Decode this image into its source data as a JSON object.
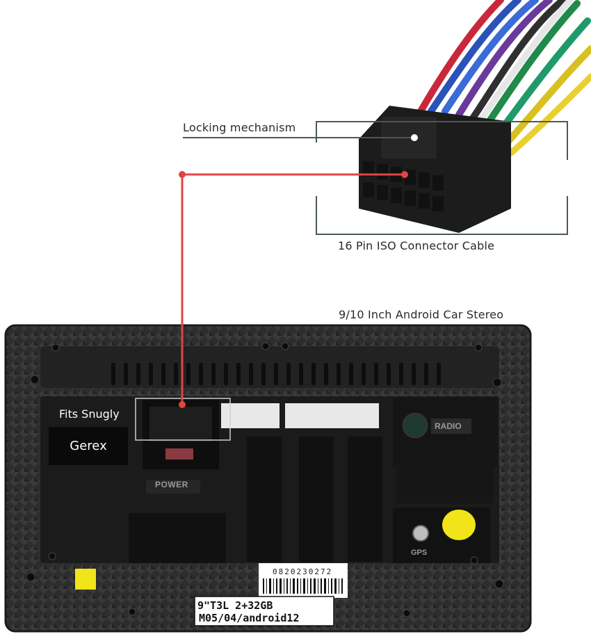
{
  "labels": {
    "locking": "Locking mechanism",
    "iso": "16 Pin ISO Connector Cable",
    "stereo": "9/10 Inch Android Car Stereo",
    "fits": "Fits Snugly"
  },
  "brand": "Gerex",
  "stickers": {
    "model_line1": "9\"T3L 2+32GB",
    "model_line2": "M05/04/android12",
    "barcode_number": "0820230272"
  },
  "ports": {
    "power": "POWER",
    "radio": "RADIO",
    "gps": "GPS"
  },
  "colors": {
    "pointer": "#e04545",
    "callout": "#4a5a52",
    "chassis": "#2b2b2b",
    "sticker": "#f1e418"
  }
}
